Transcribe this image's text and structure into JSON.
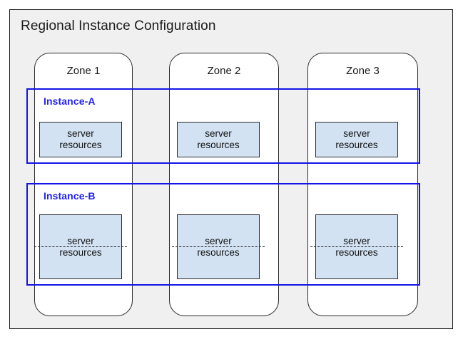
{
  "diagram": {
    "title": "Regional Instance Configuration",
    "frame_bg": "#f0f0f0",
    "frame_border": "#1a1a1a",
    "accent_blue": "#1414e6",
    "server_box_fill": "#d2e2f3",
    "zones": [
      {
        "label": "Zone 1"
      },
      {
        "label": "Zone 2"
      },
      {
        "label": "Zone 3"
      }
    ],
    "instances": [
      {
        "label": "Instance-A",
        "style": "solid",
        "servers": [
          {
            "line1": "server",
            "line2": "resources"
          },
          {
            "line1": "server",
            "line2": "resources"
          },
          {
            "line1": "server",
            "line2": "resources"
          }
        ]
      },
      {
        "label": "Instance-B",
        "style": "split-dashed",
        "servers": [
          {
            "line1": "server",
            "line2": "resources"
          },
          {
            "line1": "server",
            "line2": "resources"
          },
          {
            "line1": "server",
            "line2": "resources"
          }
        ]
      }
    ]
  }
}
